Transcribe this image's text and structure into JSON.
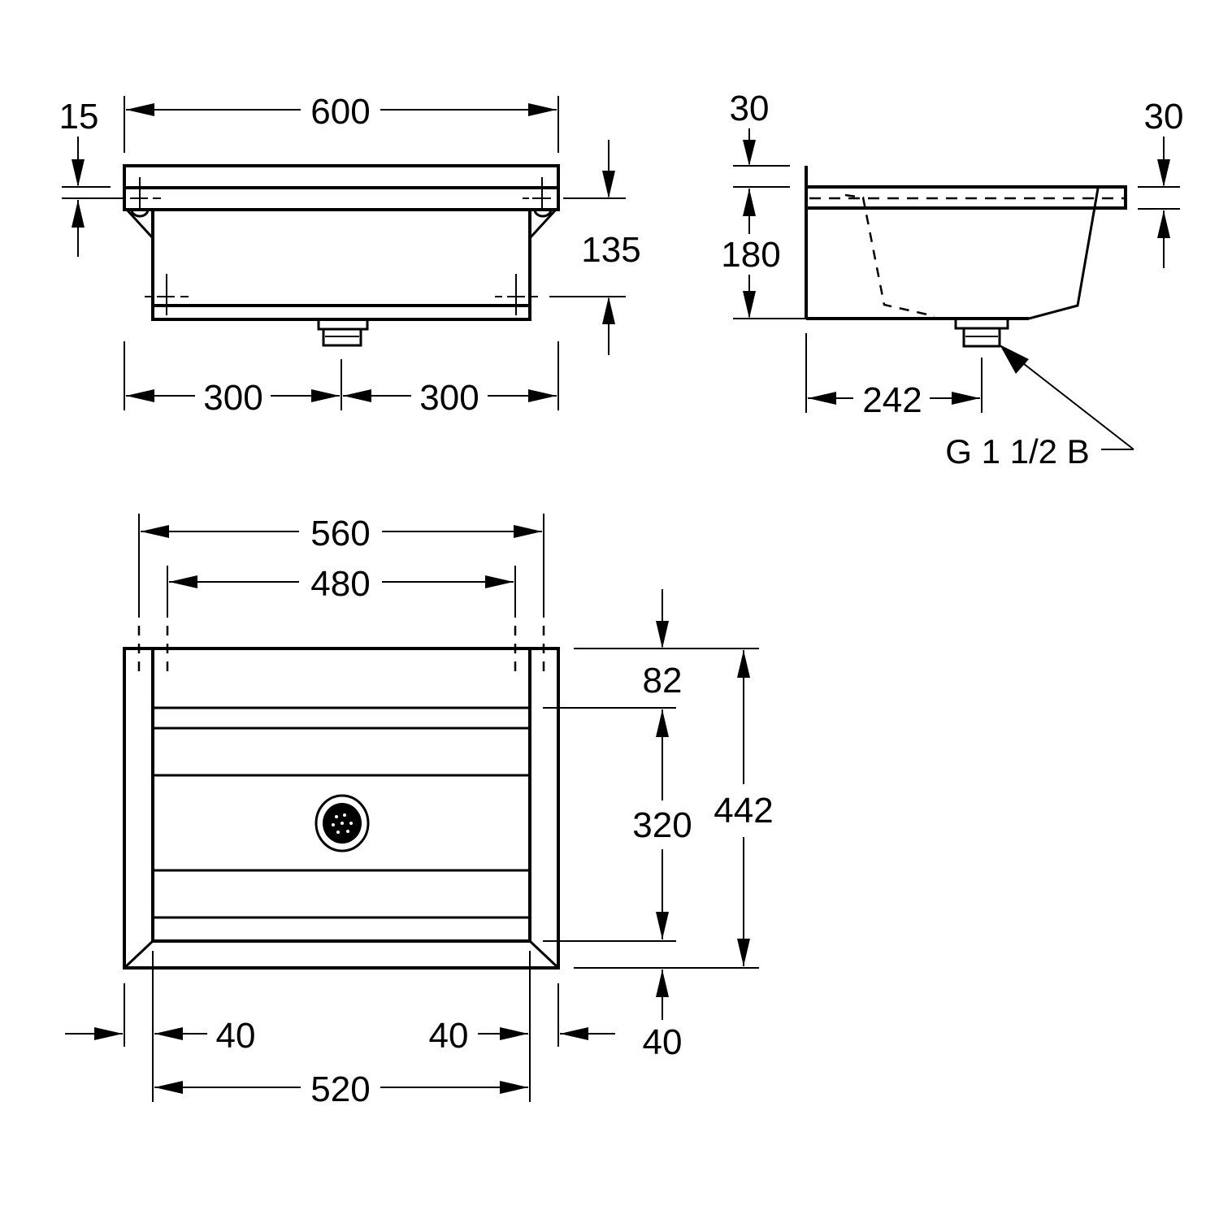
{
  "drawing": {
    "line_color": "#000000",
    "background": "#ffffff",
    "views": {
      "front_view": {
        "dims": {
          "overall_width": "600",
          "top_rim_thickness": "15",
          "mounting_height": "135",
          "left_half": "300",
          "right_half": "300"
        }
      },
      "side_view": {
        "dims": {
          "top_offset_left": "30",
          "depth_height": "180",
          "rim_thickness_right": "30",
          "drain_offset": "242"
        },
        "drain_thread_label": "G 1 1/2 B"
      },
      "top_view": {
        "dims": {
          "outer_mount_width": "560",
          "inner_mount_width": "480",
          "back_margin": "82",
          "basin_depth": "320",
          "overall_depth": "442",
          "left_rim": "40",
          "right_rim": "40",
          "front_rim": "40",
          "inner_width": "520"
        }
      }
    }
  }
}
